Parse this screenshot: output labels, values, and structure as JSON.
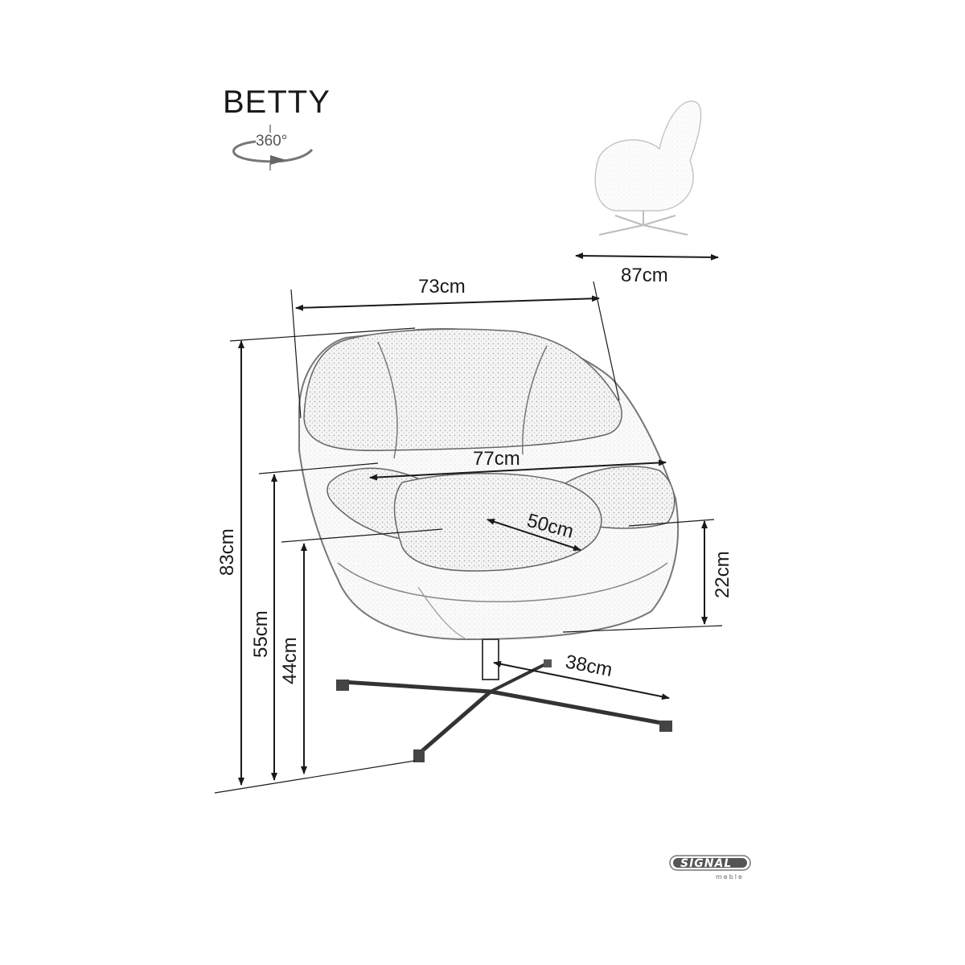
{
  "title": "BETTY",
  "rotation_label": "360°",
  "dimensions": {
    "depth_side": "87cm",
    "width_top": "73cm",
    "width_seat": "77cm",
    "seat_depth": "50cm",
    "height_total": "83cm",
    "height_armrest": "55cm",
    "height_seat": "44cm",
    "armrest_above_seat": "22cm",
    "base_leg": "38cm"
  },
  "logo": {
    "brand": "SIGNAL",
    "sub": "meble"
  },
  "icons": [
    "rotation-arrow-icon"
  ]
}
